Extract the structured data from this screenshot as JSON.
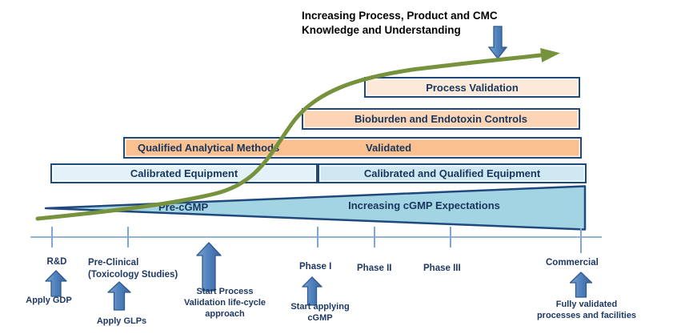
{
  "title": {
    "line1": "Increasing Process, Product and CMC",
    "line2": "Knowledge and Understanding"
  },
  "bars": {
    "process_validation": "Process Validation",
    "bioburden": "Bioburden and Endotoxin Controls",
    "qualified_methods": "Qualified Analytical Methods",
    "validated": "Validated",
    "calibrated": "Calibrated Equipment",
    "calibrated_qualified": "Calibrated and Qualified Equipment"
  },
  "wedge": {
    "left_label": "Pre-cGMP",
    "right_label": "Increasing cGMP Expectations"
  },
  "timeline": {
    "phases": {
      "rnd": "R&D",
      "preclinical_line1": "Pre-Clinical",
      "preclinical_line2": "(Toxicology Studies)",
      "phase1": "Phase I",
      "phase2": "Phase II",
      "phase3": "Phase III",
      "commercial": "Commercial"
    },
    "annotations": {
      "gdp": "Apply GDP",
      "glp": "Apply GLPs",
      "pv_line1": "Start Process",
      "pv_line2": "Validation life-cycle",
      "pv_line3": "approach",
      "cgmp_line1": "Start applying",
      "cgmp_line2": "cGMP",
      "full_line1": "Fully validated",
      "full_line2": "processes and facilities"
    }
  },
  "icons": {
    "growth_curve": "green-s-curve-arrow",
    "knowledge_arrow": "blue-down-arrow",
    "milestone_arrows": "blue-up-arrow"
  },
  "colors": {
    "curve_green": "#76923c",
    "arrow_blue": "#4f81bd",
    "border_navy": "#1f497d",
    "bar_peach_light": "#fde9d9",
    "bar_peach": "#fbd5b5",
    "bar_orange": "#fac090",
    "bar_blue_light": "#e3f2f8",
    "bar_blue": "#cfe8f2",
    "wedge_fill": "#a3d4e4",
    "axis_blue": "#95b3d7",
    "text_navy": "#17365d"
  }
}
